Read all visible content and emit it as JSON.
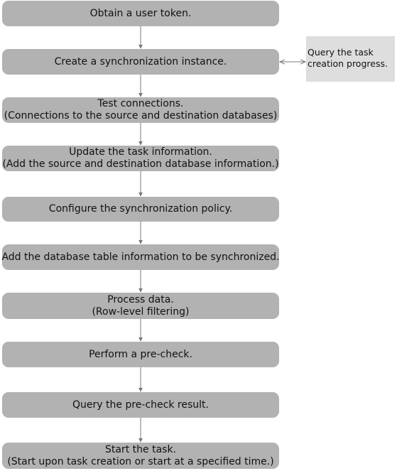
{
  "flowchart": {
    "steps": [
      {
        "lines": [
          "Obtain a user token."
        ]
      },
      {
        "lines": [
          "Create a synchronization instance."
        ]
      },
      {
        "lines": [
          "Test connections.",
          "(Connections to the source and destination databases)"
        ]
      },
      {
        "lines": [
          "Update the task information.",
          "(Add the source and destination database information.)"
        ]
      },
      {
        "lines": [
          "Configure the synchronization policy."
        ]
      },
      {
        "lines": [
          "Add the database table information to be synchronized."
        ]
      },
      {
        "lines": [
          "Process data.",
          "(Row-level filtering)"
        ]
      },
      {
        "lines": [
          "Perform a pre-check."
        ]
      },
      {
        "lines": [
          "Query the pre-check result."
        ]
      },
      {
        "lines": [
          "Start the task.",
          "(Start upon task creation or start at a specified time.)"
        ]
      }
    ],
    "side_note": {
      "lines": [
        "Query the task",
        "creation progress."
      ]
    }
  },
  "colors": {
    "step_fill": "#b2b2b2",
    "note_fill": "#dedede",
    "connector": "#777777",
    "text": "#111111"
  }
}
